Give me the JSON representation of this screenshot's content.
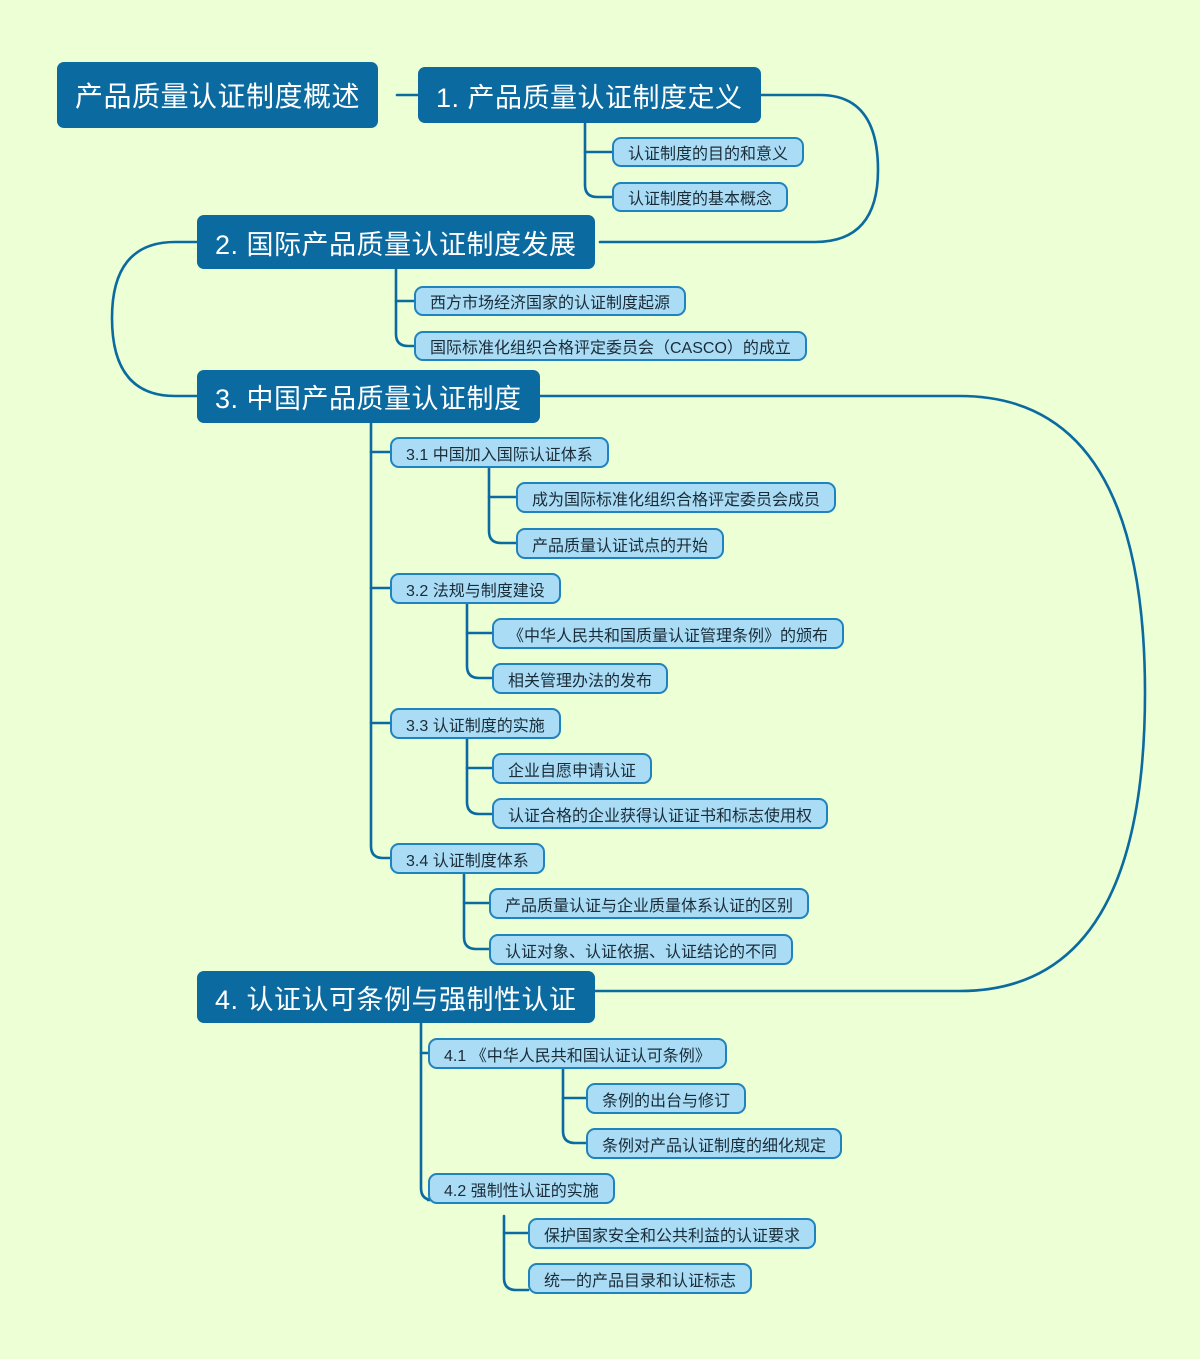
{
  "colors": {
    "background": "#edffd4",
    "main_node_fill": "#0b6ba0",
    "main_node_text": "#ffffff",
    "sub_node_fill": "#aadcf5",
    "sub_node_border": "#1f83bd",
    "sub_node_text": "#1a2c38",
    "connector": "#0b6ba0"
  },
  "root": {
    "label": "产品质量认证制度概述"
  },
  "branches": [
    {
      "label": "1. 产品质量认证制度定义",
      "children": [
        {
          "label": "认证制度的目的和意义"
        },
        {
          "label": "认证制度的基本概念"
        }
      ]
    },
    {
      "label": "2. 国际产品质量认证制度发展",
      "children": [
        {
          "label": "西方市场经济国家的认证制度起源"
        },
        {
          "label": "国际标准化组织合格评定委员会（CASCO）的成立"
        }
      ]
    },
    {
      "label": "3. 中国产品质量认证制度",
      "children": [
        {
          "label": "3.1 中国加入国际认证体系",
          "children": [
            {
              "label": "成为国际标准化组织合格评定委员会成员"
            },
            {
              "label": "产品质量认证试点的开始"
            }
          ]
        },
        {
          "label": "3.2 法规与制度建设",
          "children": [
            {
              "label": "《中华人民共和国质量认证管理条例》的颁布"
            },
            {
              "label": "相关管理办法的发布"
            }
          ]
        },
        {
          "label": "3.3 认证制度的实施",
          "children": [
            {
              "label": "企业自愿申请认证"
            },
            {
              "label": "认证合格的企业获得认证证书和标志使用权"
            }
          ]
        },
        {
          "label": "3.4 认证制度体系",
          "children": [
            {
              "label": "产品质量认证与企业质量体系认证的区别"
            },
            {
              "label": "认证对象、认证依据、认证结论的不同"
            }
          ]
        }
      ]
    },
    {
      "label": "4. 认证认可条例与强制性认证",
      "children": [
        {
          "label": "4.1 《中华人民共和国认证认可条例》",
          "children": [
            {
              "label": "条例的出台与修订"
            },
            {
              "label": "条例对产品认证制度的细化规定"
            }
          ]
        },
        {
          "label": "4.2 强制性认证的实施",
          "children": [
            {
              "label": "保护国家安全和公共利益的认证要求"
            },
            {
              "label": "统一的产品目录和认证标志"
            }
          ]
        }
      ]
    }
  ]
}
